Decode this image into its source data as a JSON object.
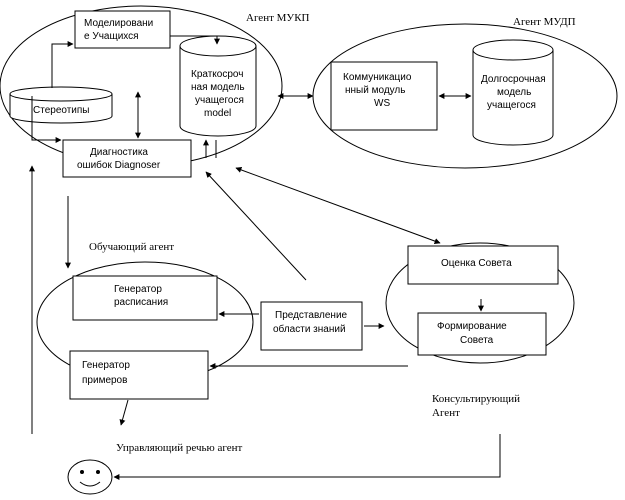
{
  "agents": {
    "mukp": "Агент МУКП",
    "mudp": "Агент МУДП",
    "teaching": "Обучающий агент",
    "consulting": [
      "Консультирующий",
      "Агент"
    ],
    "speech": "Управляющий речью агент"
  },
  "nodes": {
    "student_modeling": [
      "Моделировани",
      "е Учащихся"
    ],
    "stereotypes": "Стереотипы",
    "short_term_model": [
      "Краткосроч",
      "ная модель",
      "учащегося",
      "model"
    ],
    "diagnoser": [
      "Диагностика",
      "ошибок Diagnoser"
    ],
    "comm_module": [
      "Коммуникацио",
      "нный модуль",
      "WS"
    ],
    "long_term_model": [
      "Долгосрочная",
      "модель",
      "учащегося"
    ],
    "schedule_generator": [
      "Генератор",
      "расписания"
    ],
    "examples_generator": [
      "Генератор",
      "примеров"
    ],
    "knowledge_repr": [
      "Представление",
      "области знаний"
    ],
    "advice_eval": "Оценка Совета",
    "advice_form": [
      "Формирование",
      "Совета"
    ]
  },
  "user_icon": "smiley-face-icon"
}
